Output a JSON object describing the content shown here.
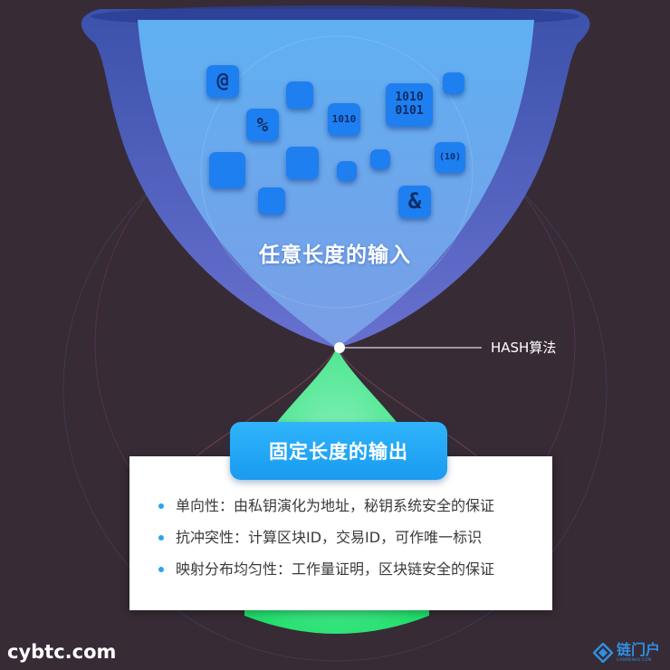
{
  "input": {
    "label": "任意长度的输入",
    "symbols": {
      "at": "@",
      "percent": "%",
      "ampersand": "&",
      "binary_small": "1010",
      "binary_large_1": "1010",
      "binary_large_2": "0101",
      "paren": "(10)"
    }
  },
  "hash": {
    "label": "HASH算法"
  },
  "output": {
    "title": "固定长度的输出",
    "properties": [
      "单向性：由私钥演化为地址，秘钥系统安全的保证",
      "抗冲突性：计算区块ID，交易ID，可作唯一标识",
      "映射分布均匀性：工作量证明，区块链安全的保证"
    ]
  },
  "watermark": {
    "left": "cybtc.com",
    "logo_cn": "链门户",
    "logo_en": "LIANMENHU.COM"
  },
  "colors": {
    "background": "#372b36",
    "upper_funnel": "#64a8ee",
    "lower_funnel": "#36e07a",
    "pill": "#1fa4f5",
    "block": "#1e7ff0",
    "card": "#ffffff"
  },
  "icons": [
    "hourglass-frame",
    "bullet-dot-icon",
    "lianmenhu-logo-icon"
  ]
}
